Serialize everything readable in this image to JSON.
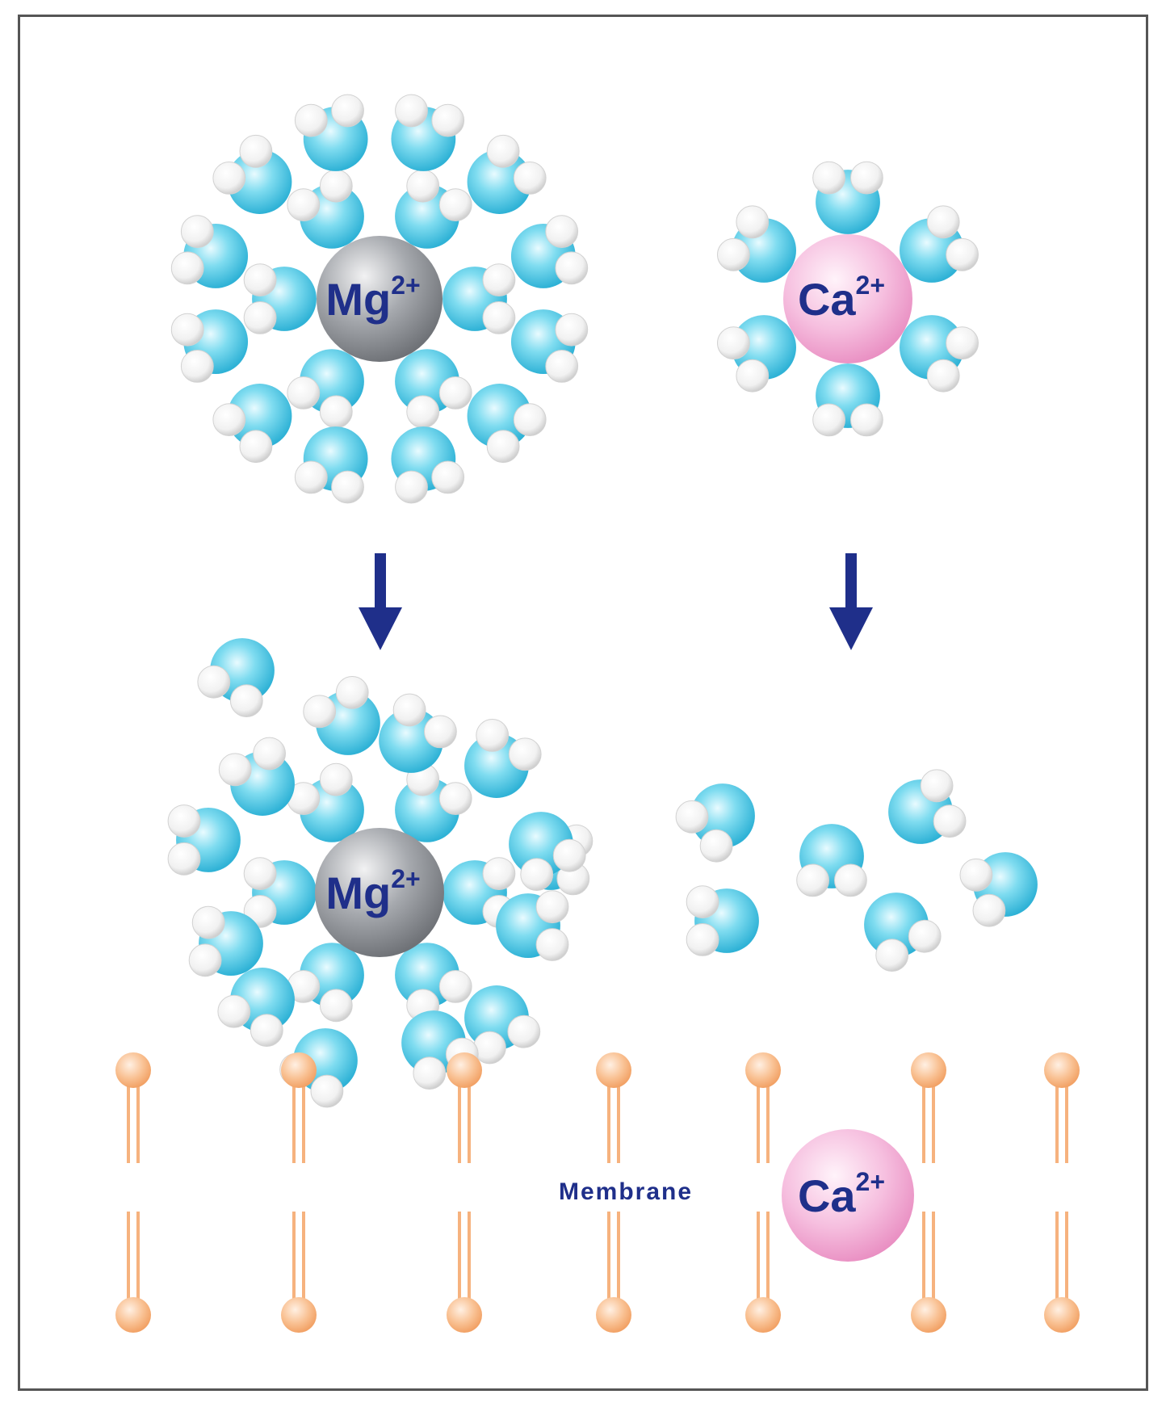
{
  "ions": {
    "mg_top": {
      "symbol": "Mg",
      "charge": "2+"
    },
    "ca_top": {
      "symbol": "Ca",
      "charge": "2+"
    },
    "mg_bottom": {
      "symbol": "Mg",
      "charge": "2+"
    },
    "ca_membrane": {
      "symbol": "Ca",
      "charge": "2+"
    }
  },
  "membrane": {
    "label": "Membrane"
  },
  "colors": {
    "water_oxygen": "#5ccfe6",
    "water_hydrogen": "#f2f2f2",
    "mg_ion": "#9a9ea4",
    "ca_ion": "#f2a6cf",
    "arrow": "#1f2f8a",
    "lipid": "#f6b27e",
    "frame": "#555555"
  }
}
